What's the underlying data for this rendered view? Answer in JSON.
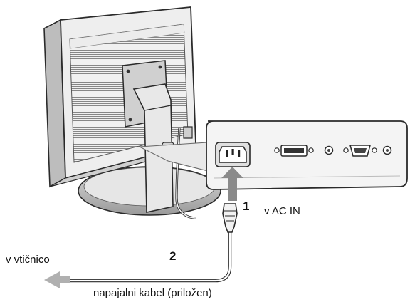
{
  "labels": {
    "step1": "1",
    "step1_text": "v AC IN",
    "step2": "2",
    "outlet_text": "v vtičnico",
    "cable_text": "napajalni kabel (priložen)"
  },
  "colors": {
    "outline": "#2a2a2a",
    "monitor_body": "#eeeeee",
    "monitor_shadow": "#bdbdbd",
    "panel_face": "#f4f4f4",
    "arrow_gray": "#8a8a8a",
    "arrow_light": "#b0b0b0"
  }
}
